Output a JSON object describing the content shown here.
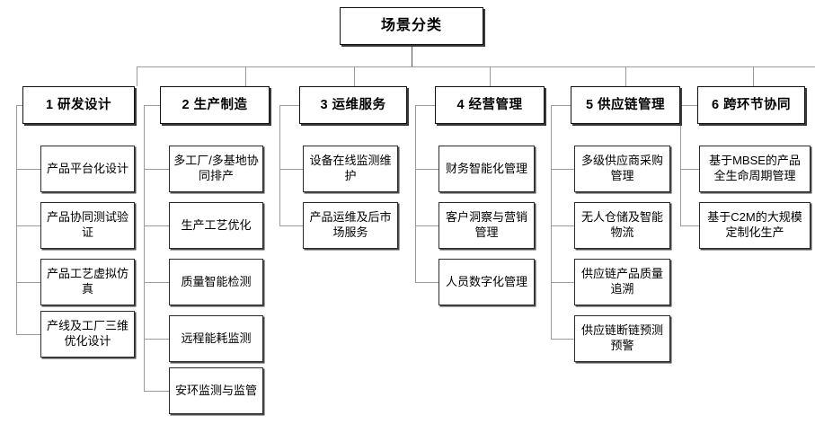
{
  "diagram": {
    "title": "场景分类",
    "type": "tree-hierarchy",
    "root": {
      "label": "场景分类"
    },
    "categories": [
      {
        "id": "cat-1",
        "number": "1",
        "label": "1 研发设计",
        "items": [
          {
            "label": "产品平台化设计"
          },
          {
            "label": "产品协同测试验证"
          },
          {
            "label": "产品工艺虚拟仿真"
          },
          {
            "label": "产线及工厂三维优化设计"
          }
        ]
      },
      {
        "id": "cat-2",
        "number": "2",
        "label": "2 生产制造",
        "items": [
          {
            "label": "多工厂/多基地协同排产"
          },
          {
            "label": "生产工艺优化"
          },
          {
            "label": "质量智能检测"
          },
          {
            "label": "远程能耗监测"
          },
          {
            "label": "安环监测与监管"
          }
        ]
      },
      {
        "id": "cat-3",
        "number": "3",
        "label": "3 运维服务",
        "items": [
          {
            "label": "设备在线监测维护"
          },
          {
            "label": "产品运维及后市场服务"
          }
        ]
      },
      {
        "id": "cat-4",
        "number": "4",
        "label": "4 经营管理",
        "items": [
          {
            "label": "财务智能化管理"
          },
          {
            "label": "客户洞察与营销管理"
          },
          {
            "label": "人员数字化管理"
          }
        ]
      },
      {
        "id": "cat-5",
        "number": "5",
        "label": "5 供应链管理",
        "items": [
          {
            "label": "多级供应商采购管理"
          },
          {
            "label": "无人仓储及智能物流"
          },
          {
            "label": "供应链产品质量追溯"
          },
          {
            "label": "供应链断链预测预警"
          }
        ]
      },
      {
        "id": "cat-6",
        "number": "6",
        "label": "6 跨环节协同",
        "items": [
          {
            "label": "基于MBSE的产品全生命周期管理"
          },
          {
            "label": "基于C2M的大规模定制化生产"
          }
        ]
      }
    ],
    "colors": {
      "background": "#ffffff",
      "box_border": "#1a1a1a",
      "leaf_border": "#2b2b2b",
      "connector": "#9a9a9a",
      "text": "#000000"
    }
  }
}
